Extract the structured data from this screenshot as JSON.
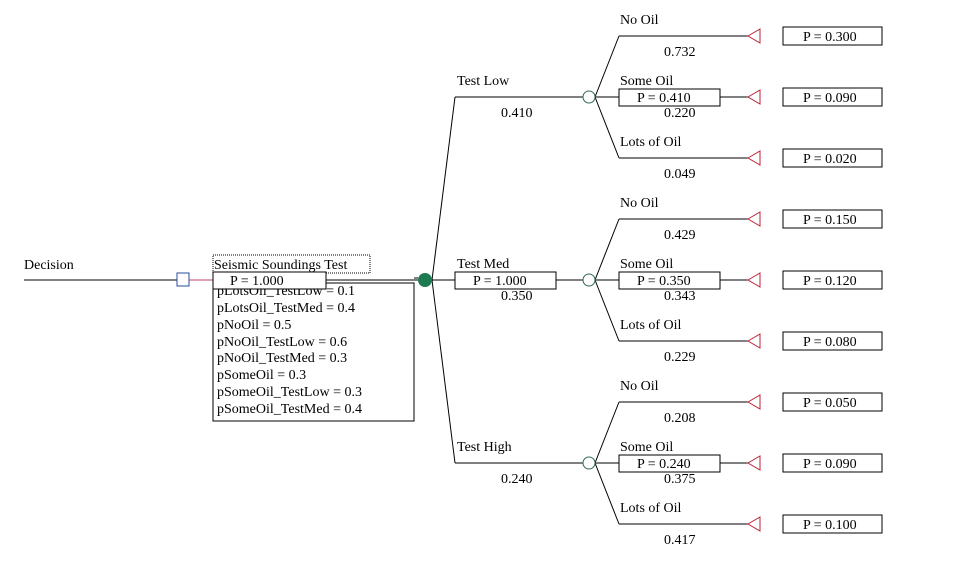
{
  "root": {
    "label": "Decision",
    "node_label": "Seismic Soundings Test",
    "prob_text": "P = 1.000",
    "variables": [
      "pLotsOil_TestLow = 0.1",
      "pLotsOil_TestMed = 0.4",
      "pNoOil = 0.5",
      "pNoOil_TestLow = 0.6",
      "pNoOil_TestMed = 0.3",
      "pSomeOil = 0.3",
      "pSomeOil_TestLow = 0.3",
      "pSomeOil_TestMed = 0.4"
    ]
  },
  "tests": [
    {
      "label": "Test Low",
      "prob": "0.410",
      "prob_box": "",
      "node_prob_box": "P = 0.410",
      "outcomes": [
        {
          "label": "No Oil",
          "prob": "0.732",
          "payoff": "P = 0.300"
        },
        {
          "label": "Some Oil",
          "prob": "0.220",
          "payoff": "P = 0.090"
        },
        {
          "label": "Lots of Oil",
          "prob": "0.049",
          "payoff": "P = 0.020"
        }
      ]
    },
    {
      "label": "Test Med",
      "prob": "0.350",
      "prob_box": "P = 1.000",
      "node_prob_box": "P = 0.350",
      "outcomes": [
        {
          "label": "No Oil",
          "prob": "0.429",
          "payoff": "P = 0.150"
        },
        {
          "label": "Some Oil",
          "prob": "0.343",
          "payoff": "P = 0.120"
        },
        {
          "label": "Lots of Oil",
          "prob": "0.229",
          "payoff": "P = 0.080"
        }
      ]
    },
    {
      "label": "Test High",
      "prob": "0.240",
      "prob_box": "",
      "node_prob_box": "P = 0.240",
      "outcomes": [
        {
          "label": "No Oil",
          "prob": "0.208",
          "payoff": "P = 0.050"
        },
        {
          "label": "Some Oil",
          "prob": "0.375",
          "payoff": "P = 0.090"
        },
        {
          "label": "Lots of Oil",
          "prob": "0.417",
          "payoff": "P = 0.100"
        }
      ]
    }
  ],
  "colors": {
    "decision_node": "#2a4ea0",
    "chance_root_fill": "#1e7a50",
    "chance_node_stroke": "#2f6b4f",
    "terminal": "#c0203a",
    "connector": "#c04070"
  }
}
